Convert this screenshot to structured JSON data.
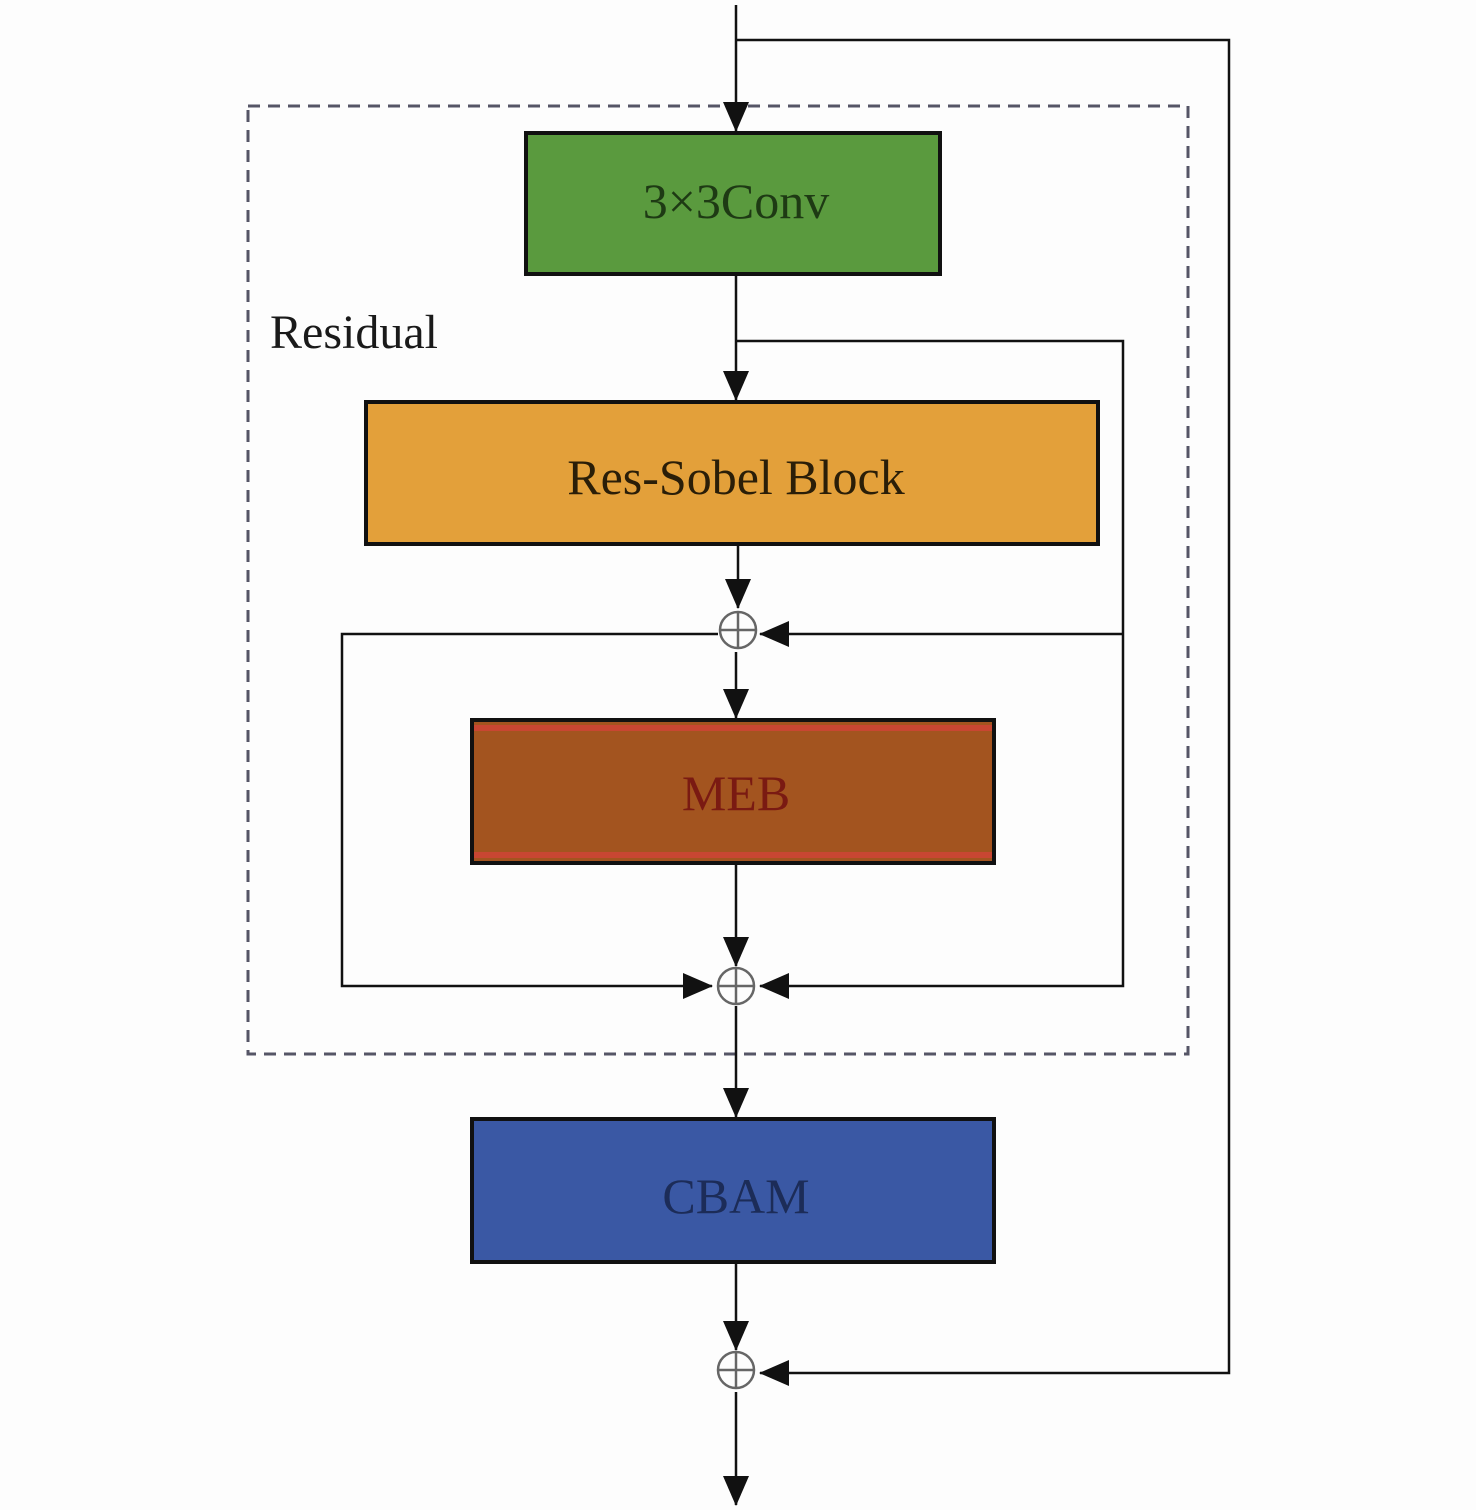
{
  "diagram": {
    "group_label": "Residual",
    "blocks": {
      "conv": {
        "label": "3×3Conv",
        "fill": "#5a9a3e",
        "text_color": "#1e3a14"
      },
      "res_sobel": {
        "label": "Res-Sobel Block",
        "fill": "#e3a03a",
        "text_color": "#2a1e08"
      },
      "meb": {
        "label": "MEB",
        "fill": "#a3541f",
        "text_color": "#7a1a12",
        "border_color": "#c84632"
      },
      "cbam": {
        "label": "CBAM",
        "fill": "#3a58a4",
        "text_color": "#1c2c58"
      }
    },
    "group_border_color": "#555566",
    "line_color": "#111111",
    "adder_color": "#666666",
    "adder_symbol": "⊕"
  }
}
